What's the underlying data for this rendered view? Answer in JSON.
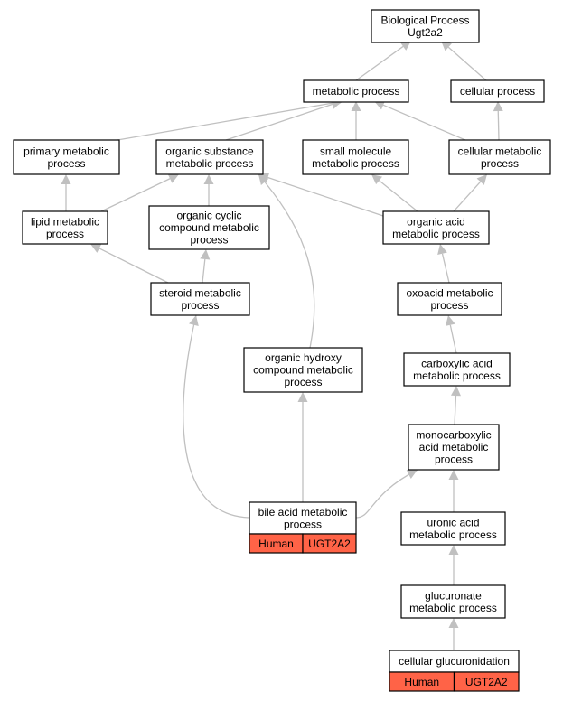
{
  "diagram": {
    "nodes": [
      {
        "id": "bp",
        "lines": [
          "Biological Process",
          "Ugt2a2"
        ]
      },
      {
        "id": "metabolic",
        "lines": [
          "metabolic process"
        ]
      },
      {
        "id": "cellular",
        "lines": [
          "cellular process"
        ]
      },
      {
        "id": "primary",
        "lines": [
          "primary metabolic",
          "process"
        ]
      },
      {
        "id": "organic_substance",
        "lines": [
          "organic substance",
          "metabolic process"
        ]
      },
      {
        "id": "small_molecule",
        "lines": [
          "small molecule",
          "metabolic process"
        ]
      },
      {
        "id": "cellular_metabolic",
        "lines": [
          "cellular metabolic",
          "process"
        ]
      },
      {
        "id": "lipid",
        "lines": [
          "lipid metabolic",
          "process"
        ]
      },
      {
        "id": "organic_cyclic",
        "lines": [
          "organic cyclic",
          "compound metabolic",
          "process"
        ]
      },
      {
        "id": "organic_acid",
        "lines": [
          "organic acid",
          "metabolic process"
        ]
      },
      {
        "id": "steroid",
        "lines": [
          "steroid metabolic",
          "process"
        ]
      },
      {
        "id": "oxoacid",
        "lines": [
          "oxoacid metabolic",
          "process"
        ]
      },
      {
        "id": "organic_hydroxy",
        "lines": [
          "organic hydroxy",
          "compound metabolic",
          "process"
        ]
      },
      {
        "id": "carboxylic",
        "lines": [
          "carboxylic acid",
          "metabolic process"
        ]
      },
      {
        "id": "monocarboxylic",
        "lines": [
          "monocarboxylic",
          "acid metabolic",
          "process"
        ]
      },
      {
        "id": "bile_acid",
        "lines": [
          "bile acid metabolic",
          "process"
        ],
        "annotation": [
          "Human",
          "UGT2A2"
        ]
      },
      {
        "id": "uronic",
        "lines": [
          "uronic acid",
          "metabolic process"
        ]
      },
      {
        "id": "glucuronate",
        "lines": [
          "glucuronate",
          "metabolic process"
        ]
      },
      {
        "id": "glucuronidation",
        "lines": [
          "cellular glucuronidation"
        ],
        "annotation": [
          "Human",
          "UGT2A2"
        ]
      }
    ],
    "edges": [
      {
        "from": "metabolic",
        "to": "bp"
      },
      {
        "from": "cellular",
        "to": "bp"
      },
      {
        "from": "primary",
        "to": "metabolic"
      },
      {
        "from": "organic_substance",
        "to": "metabolic"
      },
      {
        "from": "small_molecule",
        "to": "metabolic"
      },
      {
        "from": "cellular_metabolic",
        "to": "metabolic"
      },
      {
        "from": "cellular_metabolic",
        "to": "cellular"
      },
      {
        "from": "lipid",
        "to": "primary"
      },
      {
        "from": "lipid",
        "to": "organic_substance"
      },
      {
        "from": "organic_cyclic",
        "to": "organic_substance"
      },
      {
        "from": "organic_acid",
        "to": "organic_substance"
      },
      {
        "from": "organic_acid",
        "to": "small_molecule"
      },
      {
        "from": "organic_acid",
        "to": "cellular_metabolic"
      },
      {
        "from": "steroid",
        "to": "lipid"
      },
      {
        "from": "steroid",
        "to": "organic_cyclic"
      },
      {
        "from": "oxoacid",
        "to": "organic_acid"
      },
      {
        "from": "organic_hydroxy",
        "to": "organic_substance"
      },
      {
        "from": "carboxylic",
        "to": "oxoacid"
      },
      {
        "from": "monocarboxylic",
        "to": "carboxylic"
      },
      {
        "from": "bile_acid",
        "to": "organic_hydroxy"
      },
      {
        "from": "bile_acid",
        "to": "steroid"
      },
      {
        "from": "bile_acid",
        "to": "monocarboxylic"
      },
      {
        "from": "uronic",
        "to": "monocarboxylic"
      },
      {
        "from": "glucuronate",
        "to": "uronic"
      },
      {
        "from": "glucuronidation",
        "to": "glucuronate"
      }
    ]
  },
  "colors": {
    "annotation_fill": "#ff6347",
    "edge": "#c0c0c0",
    "node_border": "#000000"
  }
}
